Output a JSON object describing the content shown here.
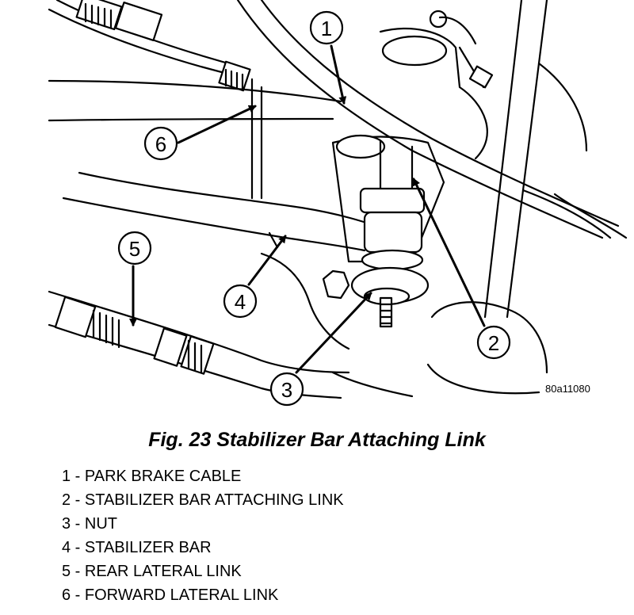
{
  "figure": {
    "code": "80a11080",
    "callouts": [
      "1",
      "2",
      "3",
      "4",
      "5",
      "6"
    ]
  },
  "caption": "Fig. 23 Stabilizer Bar Attaching Link",
  "legend": [
    "1 - PARK BRAKE CABLE",
    "2 - STABILIZER BAR ATTACHING LINK",
    "3 - NUT",
    "4 - STABILIZER BAR",
    "5 - REAR LATERAL LINK",
    "6 - FORWARD LATERAL LINK"
  ]
}
